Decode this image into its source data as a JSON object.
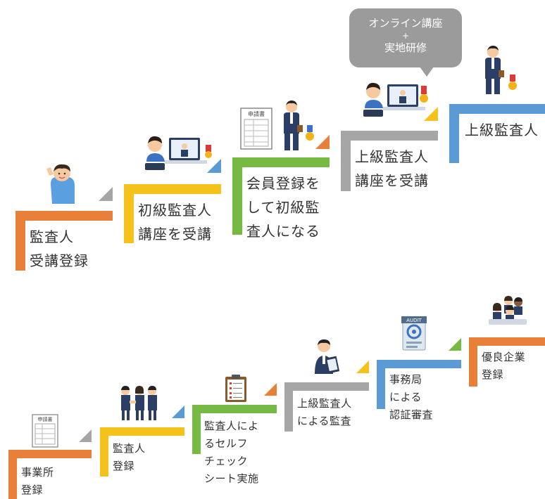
{
  "colors": {
    "orange": "#e8803a",
    "yellow": "#f5c21b",
    "green": "#76b943",
    "gray": "#a6a6a6",
    "blue": "#5b9bd5"
  },
  "top_steps": [
    {
      "line1": "監査人",
      "line2": "受講登録",
      "color": "orange"
    },
    {
      "line1": "初級監査人",
      "line2": "講座を受講",
      "color": "yellow"
    },
    {
      "line1": "会員登録を",
      "line2": "して初級監",
      "line3": "査人になる",
      "color": "green"
    },
    {
      "line1": "上級監査人",
      "line2": "講座を受講",
      "color": "gray"
    },
    {
      "line1": "上級監査人",
      "color": "blue"
    }
  ],
  "bubble": {
    "line1": "オンライン講座",
    "line2": "+",
    "line3": "実地研修"
  },
  "bottom_steps": [
    {
      "line1": "事業所",
      "line2": "登録",
      "color": "orange"
    },
    {
      "line1": "監査人",
      "line2": "登録",
      "color": "yellow"
    },
    {
      "line1": "監査人によ",
      "line2": "るセルフ",
      "line3": "チェック",
      "line4": "シート実施",
      "color": "green"
    },
    {
      "line1": "上級監査人",
      "line2": "による監査",
      "color": "gray"
    },
    {
      "line1": "事務局",
      "line2": "による",
      "line3": "認証審査",
      "color": "blue"
    },
    {
      "line1": "優良企業",
      "line2": "登録",
      "color": "orange"
    }
  ],
  "icons": {
    "document_header": "申請書",
    "audit_sign": "AUDIT",
    "top_illustrations": [
      "raising-hand-person-icon",
      "online-study-person-icon",
      "certified-person-icon",
      "online-study-person-icon",
      "certified-person-icon"
    ],
    "bottom_illustrations": [
      "application-form-icon",
      "handshake-group-icon",
      "checklist-clipboard-icon",
      "auditor-with-clipboard-icon",
      "audit-stamp-icon",
      "meeting-group-icon"
    ]
  }
}
